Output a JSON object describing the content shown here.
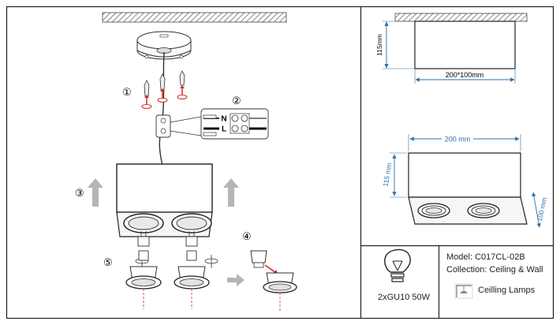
{
  "installation": {
    "steps": [
      "①",
      "②",
      "③",
      "④",
      "⑤"
    ],
    "terminal_labels": [
      "N",
      "L"
    ]
  },
  "dimensions": {
    "front_height": "115mm",
    "front_width": "200*100mm",
    "iso_width": "200 mm",
    "iso_height": "115 mm",
    "iso_depth": "100 mm"
  },
  "product": {
    "bulb": "2xGU10 50W",
    "model": "Model: C017CL-02B",
    "collection": "Collection: Ceiling & Wall",
    "category": "Ceilling Lamps"
  },
  "colors": {
    "line": "#222222",
    "dimension": "#2d6fa8",
    "arrow_up": "#b5b5b5",
    "red": "#d9252a"
  }
}
